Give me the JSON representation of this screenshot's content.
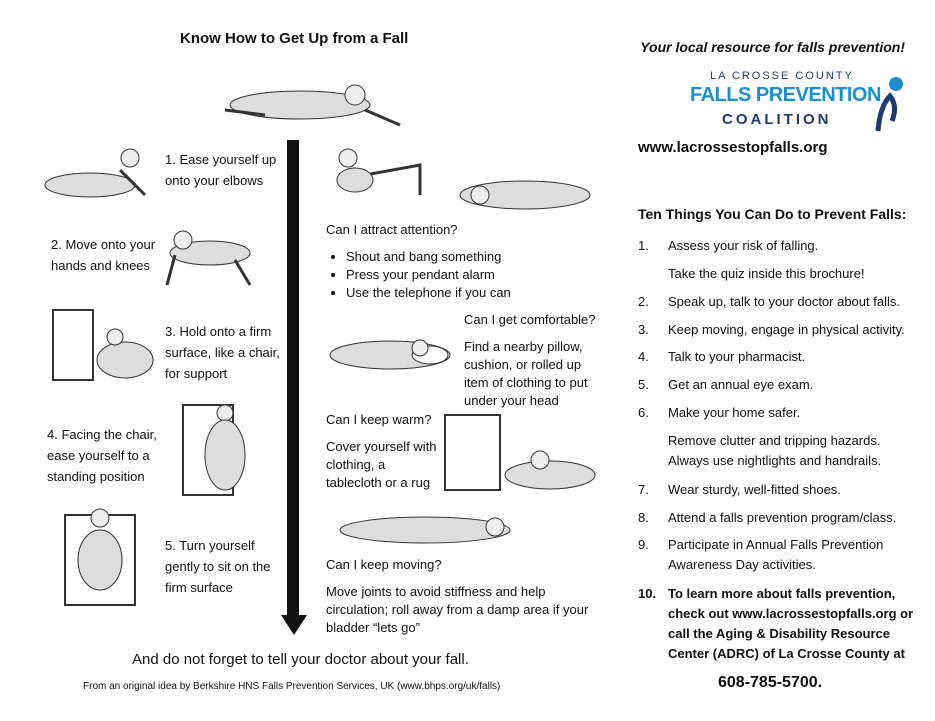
{
  "left": {
    "title": "Know How to Get Up from a Fall",
    "steps": [
      "1. Ease yourself up onto your elbows",
      "2. Move onto your hands and knees",
      "3. Hold onto a firm surface, like a chair, for support",
      "4. Facing the chair, ease yourself to a standing position",
      "5. Turn yourself gently to sit on the firm surface"
    ],
    "q1": "Can I attract attention?",
    "q1_bullets": [
      "Shout and bang something",
      "Press your pendant alarm",
      "Use the telephone if you can"
    ],
    "q2": "Can I get comfortable?",
    "q2_text": "Find a nearby pillow, cushion, or rolled up item of clothing to put under your head",
    "q3": "Can I keep warm?",
    "q3_text": "Cover yourself with clothing, a tablecloth or a rug",
    "q4": "Can I keep moving?",
    "q4_text": "Move joints to avoid stiffness and help circulation; roll away from a damp area if your bladder “lets go”",
    "footer": "And do not forget to tell your doctor about your fall.",
    "credit": "From an original idea by Berkshire HNS Falls Prevention Services, UK (www.bhps.org/uk/falls)"
  },
  "right": {
    "tagline": "Your local resource for falls prevention!",
    "logo_line1": "LA CROSSE COUNTY",
    "logo_line2": "FALLS PREVENTION",
    "logo_line3": "COALITION",
    "website": "www.lacrossestopfalls.org",
    "list_title": "Ten Things You Can Do to Prevent Falls:",
    "items": [
      {
        "num": "1.",
        "text": "Assess your risk of falling."
      },
      {
        "num": "",
        "text": "Take the quiz inside this brochure!"
      },
      {
        "num": "2.",
        "text": "Speak up, talk to your doctor about falls."
      },
      {
        "num": "3.",
        "text": "Keep moving, engage in physical activity."
      },
      {
        "num": "4.",
        "text": "Talk to your pharmacist."
      },
      {
        "num": "5.",
        "text": "Get an annual eye exam."
      },
      {
        "num": "6.",
        "text": "Make your home safer."
      },
      {
        "num": "",
        "text": "Remove clutter and tripping hazards."
      },
      {
        "num": "",
        "text": "Always use nightlights and handrails."
      },
      {
        "num": "7.",
        "text": "Wear sturdy, well-fitted shoes."
      },
      {
        "num": "8.",
        "text": "Attend a falls prevention program/class."
      },
      {
        "num": "9.",
        "text": "Participate in Annual Falls Prevention"
      },
      {
        "num": "",
        "text": "Awareness Day activities."
      }
    ],
    "item10_num": "10.",
    "item10_lines": [
      "To learn more about falls prevention,",
      "check out www.lacrossestopfalls.org or",
      "call the Aging & Disability Resource",
      "Center (ADRC) of La Crosse County at"
    ],
    "phone": "608-785-5700."
  },
  "colors": {
    "logo_blue": "#1a8fd0",
    "logo_navy": "#1d3a72"
  }
}
